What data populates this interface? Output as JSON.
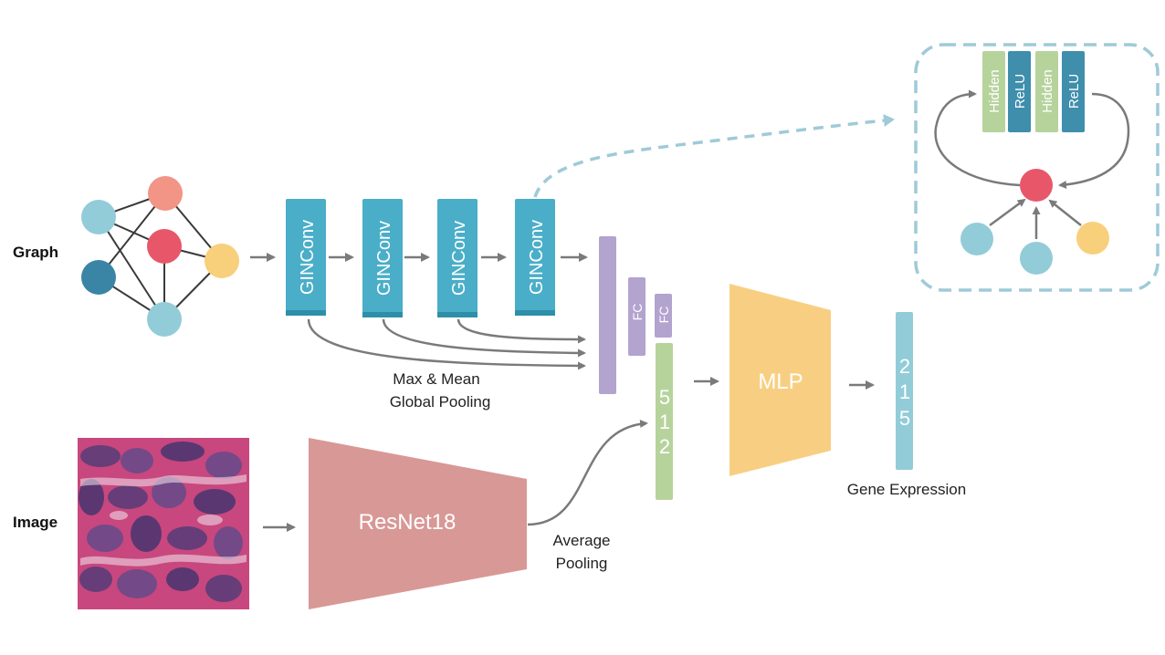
{
  "labels": {
    "graph": "Graph",
    "image": "Image",
    "pooling_line1": "Max & Mean",
    "pooling_line2": "Global Pooling",
    "avg_line1": "Average",
    "avg_line2": "Pooling",
    "gene_expression": "Gene Expression"
  },
  "blocks": {
    "ginconv": [
      "GINConv",
      "GINConv",
      "GINConv",
      "GINConv"
    ],
    "fc": [
      "FC",
      "FC"
    ],
    "feature_size": [
      "5",
      "1",
      "2"
    ],
    "resnet": "ResNet18",
    "mlp": "MLP",
    "output_size": [
      "2",
      "1",
      "5"
    ]
  },
  "inset": {
    "layers": [
      "Hidden",
      "ReLU",
      "Hidden",
      "ReLU"
    ]
  },
  "colors": {
    "ginconv": "#4aaec8",
    "fc": "#b3a3cf",
    "feature": "#b6d39c",
    "resnet": "#d89896",
    "mlp": "#f8cf82",
    "output": "#92ccd8",
    "hidden": "#b6d39c",
    "relu": "#3e8eac",
    "node_light_blue": "#92ccd8",
    "node_salmon": "#f29486",
    "node_red": "#e8566a",
    "node_dark_blue": "#3a85a5",
    "node_yellow": "#f8cf7a",
    "arrow": "#7a7a7a",
    "dashed": "#9fcad8"
  }
}
